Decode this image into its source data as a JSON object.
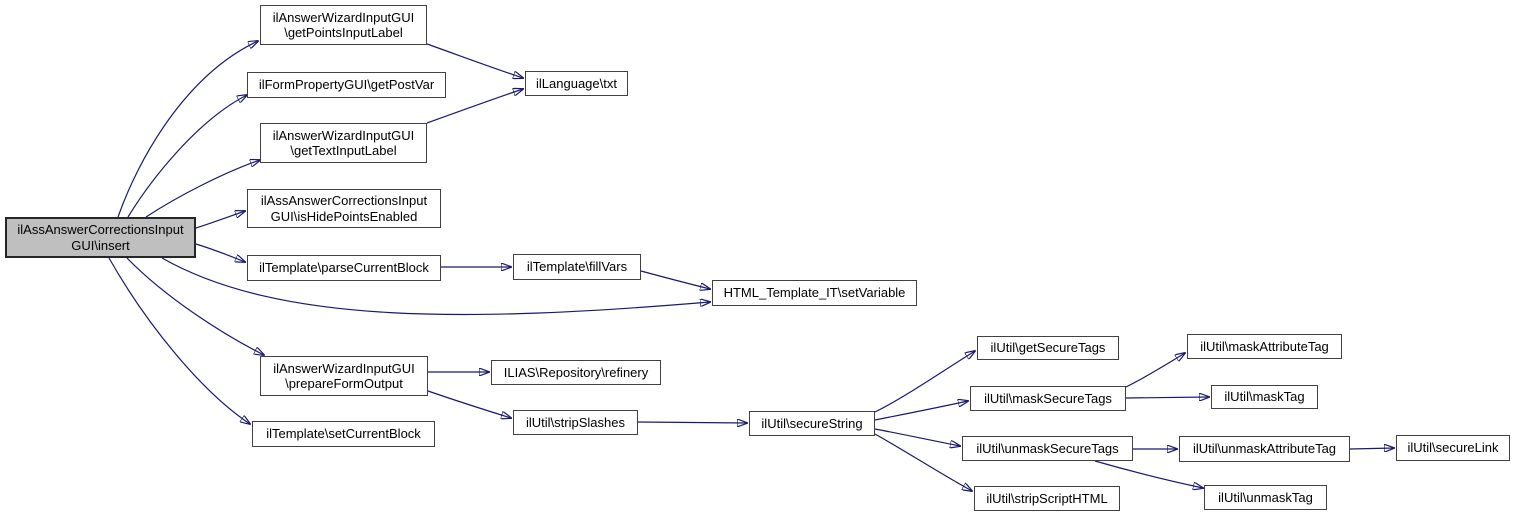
{
  "diagram": {
    "type": "call-graph",
    "colors": {
      "edge": "#191970",
      "node_fill": "#ffffff",
      "node_border": "#404040",
      "root_fill": "#bfbfbf",
      "background": "#ffffff"
    },
    "nodes": {
      "insert": {
        "label": "ilAssAnswerCorrectionsInput\nGUI\\insert",
        "root": true
      },
      "getPointsInputLabel": {
        "label": "ilAnswerWizardInputGUI\n\\getPointsInputLabel"
      },
      "getPostVar": {
        "label": "ilFormPropertyGUI\\getPostVar"
      },
      "txt": {
        "label": "ilLanguage\\txt"
      },
      "getTextInputLabel": {
        "label": "ilAnswerWizardInputGUI\n\\getTextInputLabel"
      },
      "isHidePointsEnabled": {
        "label": "ilAssAnswerCorrectionsInput\nGUI\\isHidePointsEnabled"
      },
      "parseCurrentBlock": {
        "label": "ilTemplate\\parseCurrentBlock"
      },
      "fillVars": {
        "label": "ilTemplate\\fillVars"
      },
      "setVariable": {
        "label": "HTML_Template_IT\\setVariable"
      },
      "prepareFormOutput": {
        "label": "ilAnswerWizardInputGUI\n\\prepareFormOutput"
      },
      "setCurrentBlock": {
        "label": "ilTemplate\\setCurrentBlock"
      },
      "refinery": {
        "label": "ILIAS\\Repository\\refinery"
      },
      "stripSlashes": {
        "label": "ilUtil\\stripSlashes"
      },
      "secureString": {
        "label": "ilUtil\\secureString"
      },
      "getSecureTags": {
        "label": "ilUtil\\getSecureTags"
      },
      "maskSecureTags": {
        "label": "ilUtil\\maskSecureTags"
      },
      "unmaskSecureTags": {
        "label": "ilUtil\\unmaskSecureTags"
      },
      "stripScriptHTML": {
        "label": "ilUtil\\stripScriptHTML"
      },
      "maskAttributeTag": {
        "label": "ilUtil\\maskAttributeTag"
      },
      "maskTag": {
        "label": "ilUtil\\maskTag"
      },
      "unmaskAttributeTag": {
        "label": "ilUtil\\unmaskAttributeTag"
      },
      "secureLink": {
        "label": "ilUtil\\secureLink"
      },
      "unmaskTag": {
        "label": "ilUtil\\unmaskTag"
      }
    },
    "edges": [
      {
        "from": "insert",
        "to": "getPointsInputLabel"
      },
      {
        "from": "insert",
        "to": "getPostVar"
      },
      {
        "from": "insert",
        "to": "getTextInputLabel"
      },
      {
        "from": "insert",
        "to": "isHidePointsEnabled"
      },
      {
        "from": "insert",
        "to": "parseCurrentBlock"
      },
      {
        "from": "insert",
        "to": "setVariable"
      },
      {
        "from": "insert",
        "to": "prepareFormOutput"
      },
      {
        "from": "insert",
        "to": "setCurrentBlock"
      },
      {
        "from": "getPointsInputLabel",
        "to": "txt"
      },
      {
        "from": "getTextInputLabel",
        "to": "txt"
      },
      {
        "from": "parseCurrentBlock",
        "to": "fillVars"
      },
      {
        "from": "fillVars",
        "to": "setVariable"
      },
      {
        "from": "prepareFormOutput",
        "to": "refinery"
      },
      {
        "from": "prepareFormOutput",
        "to": "stripSlashes"
      },
      {
        "from": "stripSlashes",
        "to": "secureString"
      },
      {
        "from": "secureString",
        "to": "getSecureTags"
      },
      {
        "from": "secureString",
        "to": "maskSecureTags"
      },
      {
        "from": "secureString",
        "to": "unmaskSecureTags"
      },
      {
        "from": "secureString",
        "to": "stripScriptHTML"
      },
      {
        "from": "maskSecureTags",
        "to": "maskAttributeTag"
      },
      {
        "from": "maskSecureTags",
        "to": "maskTag"
      },
      {
        "from": "unmaskSecureTags",
        "to": "unmaskAttributeTag"
      },
      {
        "from": "unmaskSecureTags",
        "to": "unmaskTag"
      },
      {
        "from": "unmaskAttributeTag",
        "to": "secureLink"
      }
    ]
  }
}
